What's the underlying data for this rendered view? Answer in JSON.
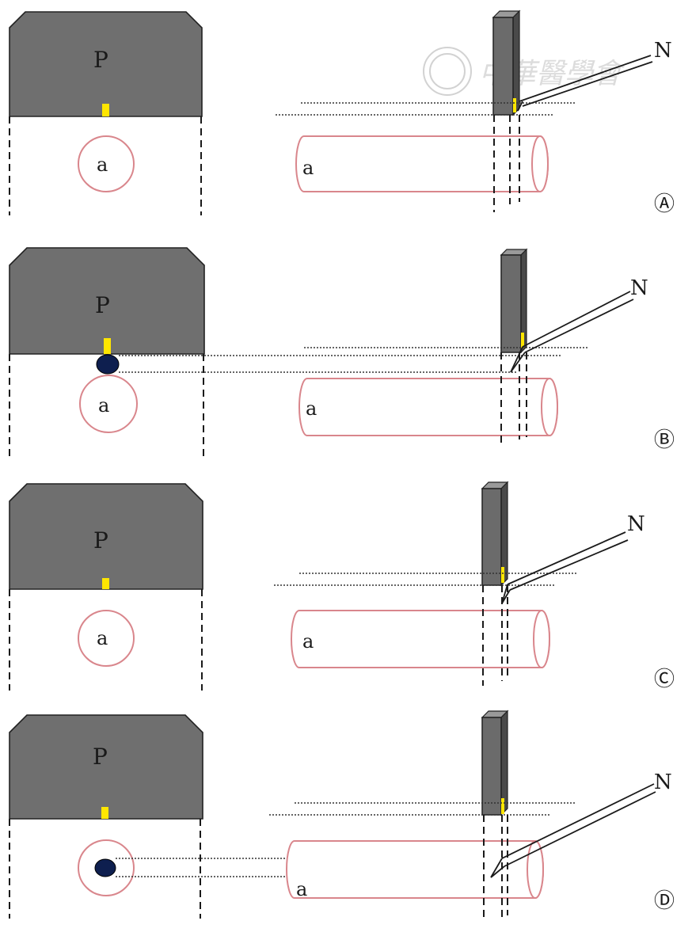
{
  "labels": {
    "probe": "P",
    "vessel": "a",
    "needle": "N"
  },
  "panels": [
    {
      "id": "A",
      "marker": "Ⓐ",
      "thrombus": "none"
    },
    {
      "id": "B",
      "marker": "Ⓑ",
      "thrombus": "above-vessel"
    },
    {
      "id": "C",
      "marker": "Ⓒ",
      "thrombus": "none"
    },
    {
      "id": "D",
      "marker": "Ⓓ",
      "thrombus": "inside-vessel"
    }
  ],
  "colors": {
    "probe": "#6f6f6f",
    "beam_marker": "#ffe600",
    "vessel_outline": "#d9868c",
    "thrombus": "#0e1f4f"
  },
  "watermark": "中華醫學會"
}
